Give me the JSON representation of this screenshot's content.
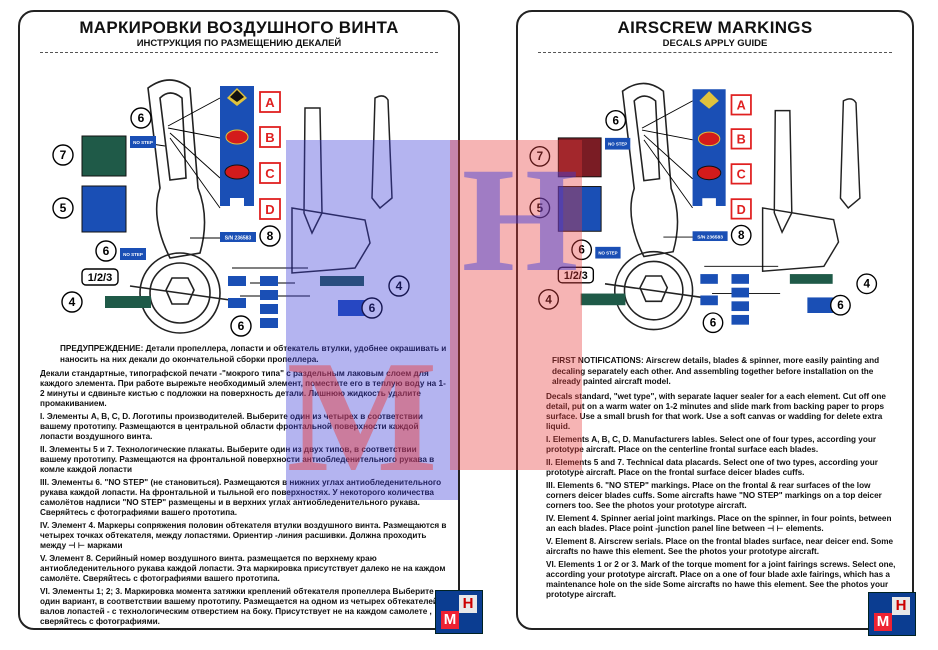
{
  "ru": {
    "title": "МАРКИРОВКИ ВОЗДУШНОГО ВИНТА",
    "subtitle": "ИНСТРУКЦИЯ ПО РАЗМЕЩЕНИЮ ДЕКАЛЕЙ",
    "warning": "ПРЕДУПРЕЖДЕНИЕ: Детали пропеллера, лопасти и обтекатель втулки, удобнее окрашивать и наносить на них декали до окончательной сборки пропеллера.",
    "intro": "Декали стандартные, типографской печати -\"мокрого типа\" с раздельным лаковым слоем для каждого элемента. При работе вырежьте необходимый элемент, поместите его в теплую воду на 1-2 минуты и сдвиньте кистью с подложки на поверхность детали. Лишнюю жидкость удалите промакиванием.",
    "items": [
      "I. Элементы A, B, C, D. Логотипы производителей. Выберите один из четырех в соответствии вашему прототипу. Размещаются в центральной области фронтальной поверхности каждой лопасти воздушного винта.",
      "II. Элементы 5 и 7. Технологические плакаты. Выберите один из двух типов, в соответствии вашему прототипу. Размещаются на фронтальной поверхности антиобледенительного рукава в комле каждой лопасти",
      "III. Элементы 6. \"NO STEP\" (не становиться). Размещаются в нижних углах антиобледенительного рукава каждой лопасти. На фронтальной и тыльной его поверхностях. У некоторого количества самолётов надписи \"NO STEP\" размещены и в верхних углах антиобледенительного рукава. Сверяйтесь с фотографиями вашего прототипа.",
      "IV. Элемент 4. Маркеры сопряжения половин обтекателя втулки воздушного винта. Размещаются в четырех точках обтекателя, между лопастями. Ориентир -линия расшивки. Должна проходить между ⊣ ⊢ марками",
      "V. Элемент 8. Серийный номер воздушного винта. размещается по верхнему краю антиобледенительного рукава каждой лопасти. Эта маркировка присутствует далеко не на каждом самолёте. Сверяйтесь с фотографиями вашего прототипа.",
      "VI. Элементы 1; 2; 3. Маркировка момента затяжки креплений обтекателя пропеллера Выберите один вариант, в соответствии вашему прототипу. Размещается на одном из четырех обтекателей валов лопастей - с технологическим отверстием на боку. Присутствует не на каждом самолете , сверяйтесь с фотографиями."
    ]
  },
  "en": {
    "title": "AIRSCREW MARKINGS",
    "subtitle": "DECALS APPLY GUIDE",
    "warning": "FIRST NOTIFICATIONS: Airscrew details, blades & spinner, more easily painting and decaling separately each other. And assembling together before installation on the already painted aircraft model.",
    "intro": "Decals standard, \"wet type\", with separate laquer sealer for a each element. Cut off one detail, put on a warm water on 1-2 minutes and slide mark from backing paper to props surface. Use a small brush for that work. Use a soft canvas or wadding for delete extra liquid.",
    "items": [
      "I. Elements A, B, C, D. Manufacturers lables. Select one of four types, according your prototype aircraft. Place on the centerline frontal surface each blades.",
      "II. Elements 5 and 7. Technical data placards. Select one of two types, according your prototype aircraft. Place on the frontal surface deicer blades cuffs.",
      "III. Elements 6. \"NO STEP\" markings. Place on the frontal & rear surfaces of the low corners deicer blades cuffs. Some aircrafts hawe \"NO STEP\" markings on a top deicer corners too. See the photos your prototype aircraft.",
      "IV. Element 4. Spinner aerial joint markings. Place on the spinner, in four points, between an each blades. Place point -junction panel line between ⊣ ⊢ elements.",
      "V. Element 8. Airscrew serials. Place on the frontal blades surface, near deicer end. Some aircrafts no hawe this element. See the photos your prototype aircraft.",
      "VI. Elements 1 or 2 or 3. Mark of the torque moment for a joint fairings screws. Select one, according your prototype aircraft. Place on a one of four blade axle fairings, which has a maintenance hole on the side Some aircrafts no hawe this element. See the photos your prototype aircraft."
    ]
  },
  "callouts": {
    "A": "A",
    "B": "B",
    "C": "C",
    "D": "D",
    "n4": "4",
    "n5": "5",
    "n6": "6",
    "n7": "7",
    "n8": "8",
    "n123": "1/2/3"
  },
  "decal_text": {
    "no_step": "NO STEP",
    "serial": "S/N 236583"
  },
  "badge": {
    "h": "H",
    "m": "M"
  },
  "colors": {
    "decal_blue": "#1a4fb5",
    "placard_green": "#1f5a48",
    "logo_red": "#d31b1b",
    "callout_red": "#e02020",
    "watermark_blue": "#3a3ad8",
    "watermark_red": "#e83a3a"
  }
}
